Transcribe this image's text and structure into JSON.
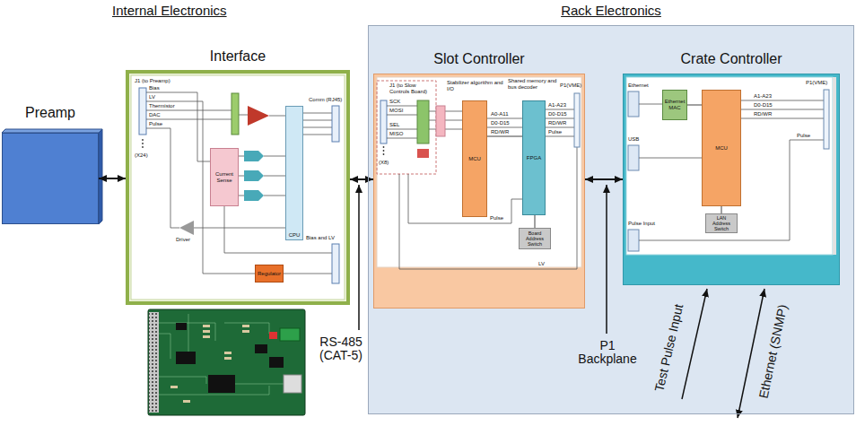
{
  "diagram": {
    "nodes": [
      {
        "text": [
          "Preamp"
        ]
      },
      {
        "text": [
          "Interface"
        ]
      },
      {
        "text": [
          "Rack Electronics"
        ]
      },
      {
        "text": [
          "Slot Controller"
        ],
        "in": 2
      },
      {
        "text": [
          "Crate Controller"
        ],
        "in": 2
      },
      {
        "text": [
          "CPU"
        ],
        "in": 1
      },
      {
        "text": [
          "Current Sense"
        ],
        "in": 1
      },
      {
        "text": [
          "Regulator"
        ],
        "in": 1
      },
      {
        "text": [
          "MCU"
        ],
        "in": 3
      },
      {
        "text": [
          "FPGA"
        ],
        "in": 3
      },
      {
        "text": [
          "Board Address Switch"
        ],
        "in": 3
      },
      {
        "text": [
          "Ethernet MAC"
        ],
        "in": 4
      },
      {
        "text": [
          "MCU"
        ],
        "in": 4
      },
      {
        "text": [
          "LAN Address Switch"
        ],
        "in": 4
      }
    ],
    "edges": [
      {
        "from": 0,
        "to": 1,
        "arrow": "both"
      },
      {
        "from": 1,
        "to": 3,
        "arrow": "both"
      },
      {
        "from": 3,
        "to": 4,
        "arrow": "both"
      },
      {
        "from": 8,
        "to": 9,
        "arrow": "none"
      },
      {
        "from": 10,
        "to": 9,
        "arrow": "none"
      },
      {
        "from": 11,
        "to": 12,
        "arrow": "none"
      },
      {
        "from": 13,
        "to": 12,
        "arrow": "none"
      }
    ],
    "labels": [
      "Internal Electronics",
      "J1 (to Preamp)",
      "Bias",
      "LV",
      "Thermistor",
      "DAC",
      "Pulse",
      "(X24)",
      "Driver",
      "Comm (RJ45)",
      "Bias and LV",
      "J1 (to Slow Controls Board)",
      "SCK",
      "MOSI",
      "SEL",
      "MISO",
      "(X8)",
      "Stabilizer algorithm and I/O",
      "Shared memory and bus decoder",
      "A0-A11",
      "D0-D15",
      "RD/WR",
      "A1-A23",
      "D0-D15",
      "RD/WR",
      "Pulse",
      "P1(VME)",
      "Pulse",
      "LV",
      "Ethernet",
      "USB",
      "Pulse Input",
      "A1-A23",
      "D0-D15",
      "RD/WR",
      "Pulse",
      "P1(VME)",
      "RS-485 (CAT-5)",
      "P1 Backplane",
      "Test Pulse Input",
      "Ethernet (SNMP)"
    ]
  }
}
